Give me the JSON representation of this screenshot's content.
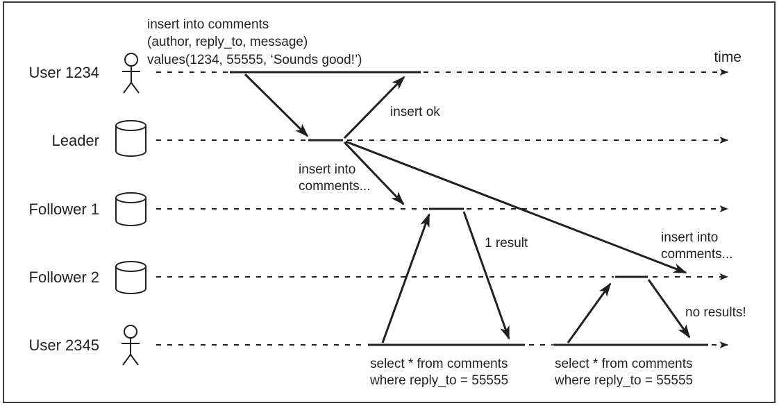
{
  "diagram": {
    "time_label": "time",
    "lanes": [
      {
        "label": "User 1234",
        "icon": "person"
      },
      {
        "label": "Leader",
        "icon": "database-cylinder"
      },
      {
        "label": "Follower 1",
        "icon": "database-cylinder"
      },
      {
        "label": "Follower 2",
        "icon": "database-cylinder"
      },
      {
        "label": "User 2345",
        "icon": "person"
      }
    ],
    "messages": {
      "insert_stmt_line1": "insert into comments",
      "insert_stmt_line2": "(author, reply_to, message)",
      "insert_stmt_line3": "values(1234, 55555, ‘Sounds good!’)",
      "insert_ok": "insert ok",
      "replicate_f1_line1": "insert into",
      "replicate_f1_line2": "comments...",
      "replicate_f2_line1": "insert into",
      "replicate_f2_line2": "comments...",
      "query1_line1": "select * from comments",
      "query1_line2": "where reply_to = 55555",
      "query1_result": "1 result",
      "query2_line1": "select * from comments",
      "query2_line2": "where reply_to = 55555",
      "query2_result": "no results!"
    },
    "colors": {
      "ink": "#231f20",
      "background": "#ffffff",
      "frame": "#3d3d3d"
    }
  }
}
